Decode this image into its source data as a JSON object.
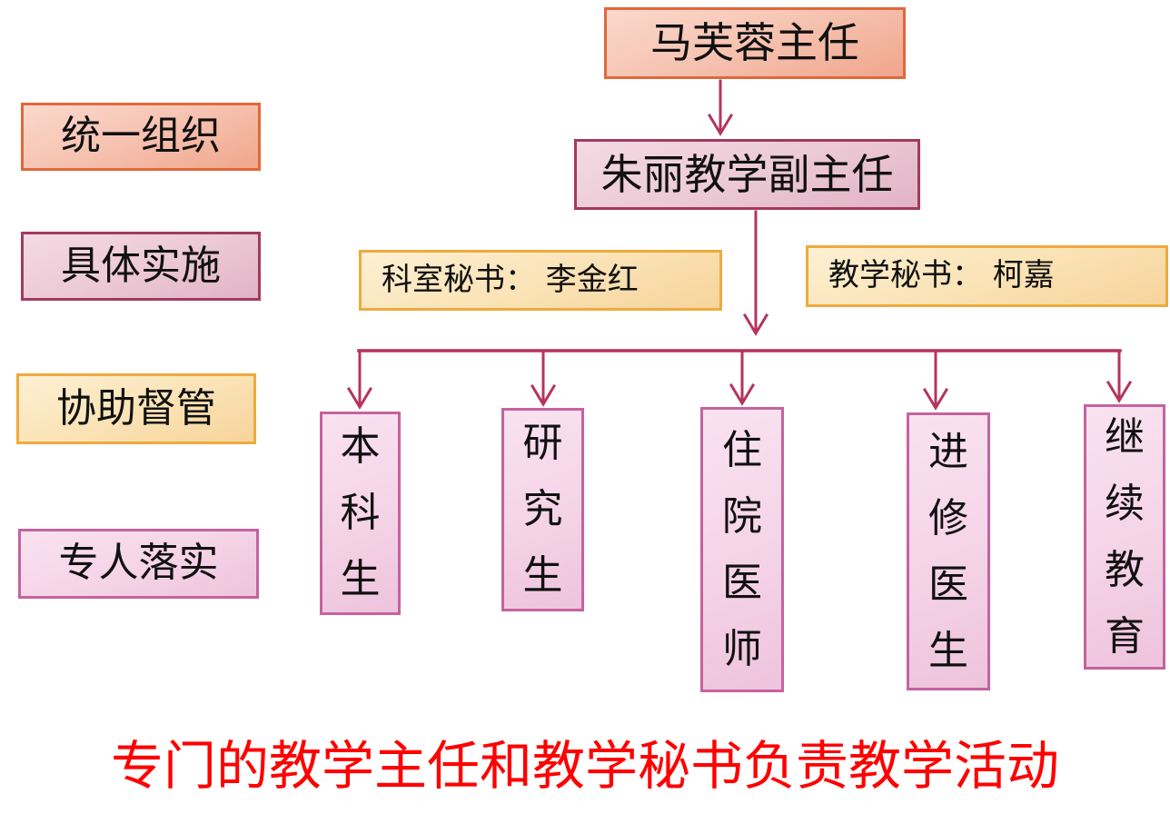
{
  "diagram": {
    "root": {
      "label": "马芙蓉主任"
    },
    "deputy": {
      "label": "朱丽教学副主任"
    },
    "side_labels": [
      {
        "label": "统一组织"
      },
      {
        "label": "具体实施"
      },
      {
        "label": "协助督管"
      },
      {
        "label": "专人落实"
      }
    ],
    "secretaries": [
      {
        "label": "科室秘书： 李金红"
      },
      {
        "label": "教学秘书： 柯嘉"
      }
    ],
    "branches": [
      {
        "label": "本科生"
      },
      {
        "label": "研究生"
      },
      {
        "label": "住院医师"
      },
      {
        "label": "进修医生"
      },
      {
        "label": "继续教育"
      }
    ],
    "caption": "专门的教学主任和教学秘书负责教学活动"
  },
  "colors": {
    "orange_border": "#e0683a",
    "orange_fill_light": "#fad9cd",
    "orange_fill_dark": "#f0a68c",
    "rose_border": "#a23a5f",
    "rose_fill_light": "#f4dae2",
    "rose_fill_dark": "#e2b3c4",
    "gold_border": "#eeaa3f",
    "gold_fill_light": "#fdf0d3",
    "gold_fill_dark": "#f7d49b",
    "pink_border": "#c4639f",
    "pink_fill_light": "#f9e2f0",
    "pink_fill_dark": "#eec3dd",
    "arrow": "#b5345c",
    "caption": "#ff0000"
  }
}
